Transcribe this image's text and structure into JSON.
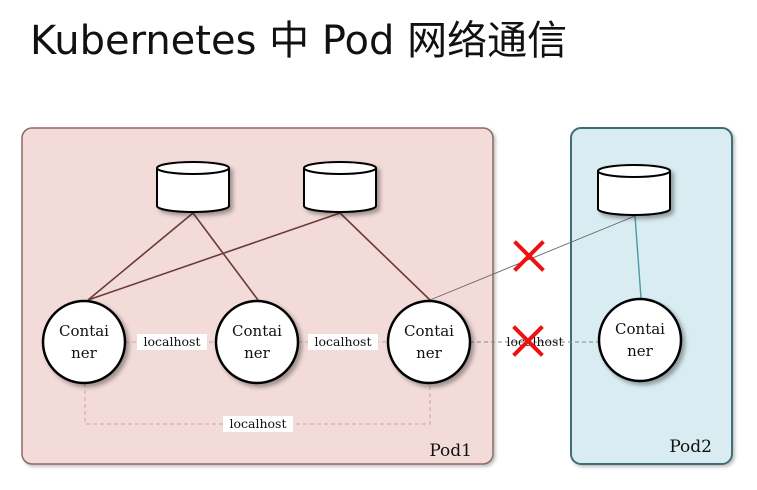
{
  "title": "Kubernetes 中 Pod 网络通信",
  "colors": {
    "pod1_fill": "#f2dbd9",
    "pod1_stroke": "#8c6864",
    "pod2_fill": "#d9ecf1",
    "pod2_stroke": "#3f6e78",
    "volume_link": "#6e3a36",
    "pod2_link": "#4a9aa6",
    "cross_link": "#666666",
    "dashed_link": "#d4a3a0",
    "x_mark": "#ee1111"
  },
  "pods": [
    {
      "id": "pod1",
      "label": "Pod1"
    },
    {
      "id": "pod2",
      "label": "Pod2"
    }
  ],
  "volumes": [
    {
      "id": "vol1",
      "pod": "pod1"
    },
    {
      "id": "vol2",
      "pod": "pod1"
    },
    {
      "id": "vol3",
      "pod": "pod2"
    }
  ],
  "containers": [
    {
      "id": "c1",
      "pod": "pod1",
      "line1": "Contai",
      "line2": "ner"
    },
    {
      "id": "c2",
      "pod": "pod1",
      "line1": "Contai",
      "line2": "ner"
    },
    {
      "id": "c3",
      "pod": "pod1",
      "line1": "Contai",
      "line2": "ner"
    },
    {
      "id": "c4",
      "pod": "pod2",
      "line1": "Contai",
      "line2": "ner"
    }
  ],
  "volume_links": [
    {
      "from": "vol1",
      "to": "c1"
    },
    {
      "from": "vol1",
      "to": "c2"
    },
    {
      "from": "vol2",
      "to": "c1"
    },
    {
      "from": "vol2",
      "to": "c3"
    },
    {
      "from": "vol3",
      "to": "c4"
    },
    {
      "from": "vol3",
      "to": "c3",
      "blocked": true
    }
  ],
  "localhost_links": [
    {
      "from": "c1",
      "to": "c2",
      "label": "localhost"
    },
    {
      "from": "c2",
      "to": "c3",
      "label": "localhost"
    },
    {
      "from": "c1",
      "to": "c3",
      "label": "localhost"
    },
    {
      "from": "c3",
      "to": "c4",
      "label": "localhost",
      "blocked": true
    }
  ]
}
